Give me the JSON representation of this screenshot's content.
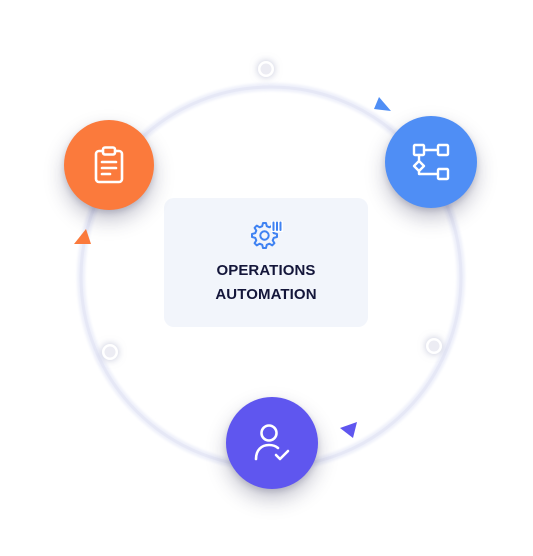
{
  "center": {
    "title_line1": "OPERATIONS",
    "title_line2": "AUTOMATION",
    "icon": "gear-with-bars-icon"
  },
  "nodes": [
    {
      "name": "clipboard-node",
      "icon": "clipboard-icon",
      "color": "#fb7a3c"
    },
    {
      "name": "workflow-node",
      "icon": "flowchart-icon",
      "color": "#4f8ef5"
    },
    {
      "name": "user-check-node",
      "icon": "user-check-icon",
      "color": "#5f56ef"
    }
  ],
  "arrow_colors": {
    "blue": "#4f8ef5",
    "orange": "#fb7a3c",
    "purple": "#5f56ef"
  },
  "ring_color": "#e9ebf8",
  "accent_icon_color": "#3f82f2",
  "title_color": "#14163a"
}
